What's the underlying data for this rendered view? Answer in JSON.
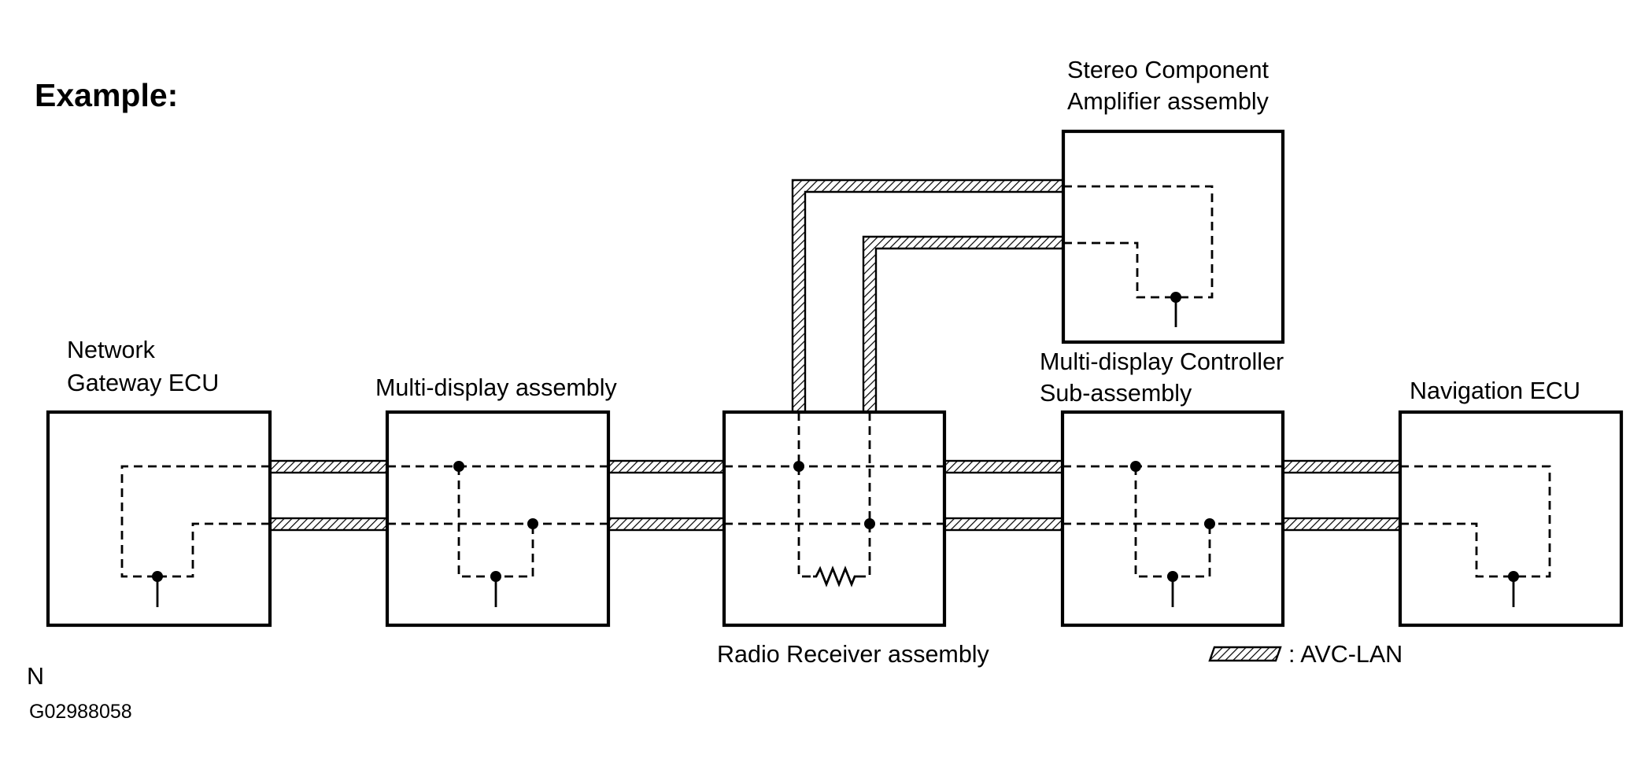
{
  "title": "Example:",
  "nodes": {
    "network_gateway": [
      "Network",
      "Gateway ECU"
    ],
    "multi_display": [
      "Multi-display assembly"
    ],
    "radio_receiver": [
      "Radio Receiver assembly"
    ],
    "stereo_amplifier": [
      "Stereo Component",
      "Amplifier assembly"
    ],
    "multi_display_controller": [
      "Multi-display Controller",
      "Sub-assembly"
    ],
    "navigation": [
      "Navigation ECU"
    ]
  },
  "legend": {
    "label": ": AVC-LAN"
  },
  "footer": {
    "marker": "N",
    "code": "G02988058"
  }
}
